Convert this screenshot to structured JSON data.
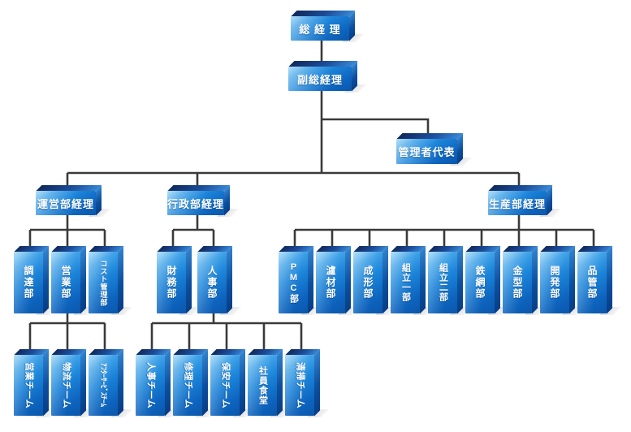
{
  "diagram": {
    "type": "org-chart",
    "background": "#ffffff",
    "connector_color": "#3a3a3a",
    "box_style": {
      "front_gradient_top": "#8ed1f7",
      "front_gradient_mid": "#1b84d9",
      "front_gradient_bottom": "#0a57ab",
      "top_face_dark": "#10295d",
      "side_face_dark": "#083d85",
      "text_color": "#ffffff"
    },
    "nodes": {
      "ceo": {
        "label": "総 経 理"
      },
      "deputy_gm": {
        "label": "副総経理"
      },
      "mgmt_rep": {
        "label": "管理者代表"
      },
      "ops_mgr": {
        "label": "運営部経理"
      },
      "admin_mgr": {
        "label": "行政部経理"
      },
      "prod_mgr": {
        "label": "生産部経理"
      },
      "procurement": {
        "label": "調達部"
      },
      "sales": {
        "label": "営業部"
      },
      "cost_mgmt": {
        "label": "コスト管理部"
      },
      "finance": {
        "label": "財務部"
      },
      "hr": {
        "label": "人事部"
      },
      "pmc": {
        "label": "PMC部"
      },
      "filter_media": {
        "label": "濾材部"
      },
      "molding": {
        "label": "成形部"
      },
      "assembly1": {
        "label": "組立一部"
      },
      "assembly2": {
        "label": "組立二部"
      },
      "wire_mesh": {
        "label": "鉄網部"
      },
      "mold": {
        "label": "金型部"
      },
      "development": {
        "label": "開発部"
      },
      "quality": {
        "label": "品管部"
      },
      "sales_team": {
        "label": "営業チーム"
      },
      "logistics_team": {
        "label": "物流チーム"
      },
      "after_service_team": {
        "label": "ｱﾌﾀｰｻｰﾋﾞｽﾁｰﾑ"
      },
      "hr_team": {
        "label": "人事チーム"
      },
      "repair_team": {
        "label": "修理チーム"
      },
      "security_team": {
        "label": "保安チーム"
      },
      "cafeteria": {
        "label": "社員食堂"
      },
      "cleaning_team": {
        "label": "清掃チーム"
      }
    },
    "hierarchy": {
      "ceo": [
        "deputy_gm"
      ],
      "deputy_gm": [
        "mgmt_rep",
        "ops_mgr",
        "admin_mgr",
        "prod_mgr"
      ],
      "ops_mgr": [
        "procurement",
        "sales",
        "cost_mgmt"
      ],
      "admin_mgr": [
        "finance",
        "hr"
      ],
      "prod_mgr": [
        "pmc",
        "filter_media",
        "molding",
        "assembly1",
        "assembly2",
        "wire_mesh",
        "mold",
        "development",
        "quality"
      ],
      "sales": [
        "sales_team",
        "logistics_team",
        "after_service_team"
      ],
      "hr": [
        "hr_team",
        "repair_team",
        "security_team",
        "cafeteria",
        "cleaning_team"
      ]
    }
  }
}
